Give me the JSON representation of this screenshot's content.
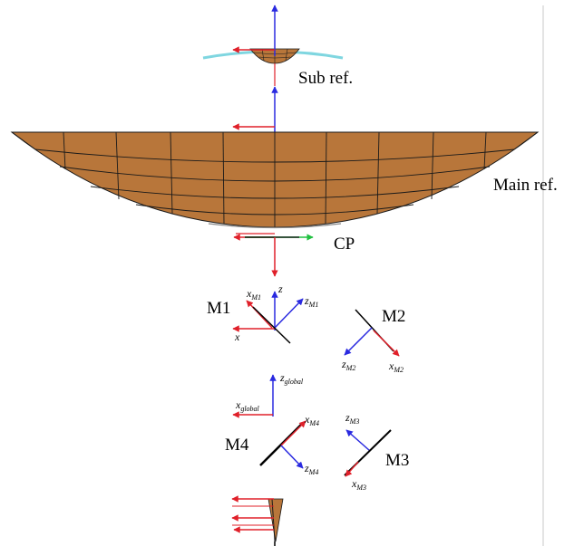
{
  "labels": {
    "sub_ref": "Sub ref.",
    "main_ref": "Main ref.",
    "cp": "CP",
    "m1": "M1",
    "m2": "M2",
    "m3": "M3",
    "m4": "M4"
  },
  "axis_labels": {
    "m1_x": {
      "base": "x",
      "sub": "M1"
    },
    "m1_z": {
      "base": "z",
      "sub": "M1"
    },
    "m1_z_global": "z",
    "m1_x_global": "x",
    "m2_z": {
      "base": "z",
      "sub": "M2"
    },
    "m2_x": {
      "base": "x",
      "sub": "M2"
    },
    "global_z": {
      "base": "z",
      "sub": "global"
    },
    "global_x": {
      "base": "x",
      "sub": "global"
    },
    "m3_z": {
      "base": "z",
      "sub": "M3"
    },
    "m3_x": {
      "base": "x",
      "sub": "M3"
    },
    "m4_x": {
      "base": "x",
      "sub": "M4"
    },
    "m4_z": {
      "base": "z",
      "sub": "M4"
    }
  },
  "colors": {
    "reflector_fill": "#B8763A",
    "reflector_grid": "#1a1a1a",
    "x_axis": "#E0202A",
    "z_axis": "#2A2AE0",
    "y_axis": "#20C040",
    "subref_arc": "#7FD6E0",
    "mirror": "#000000",
    "divider": "#c8c8c8"
  }
}
